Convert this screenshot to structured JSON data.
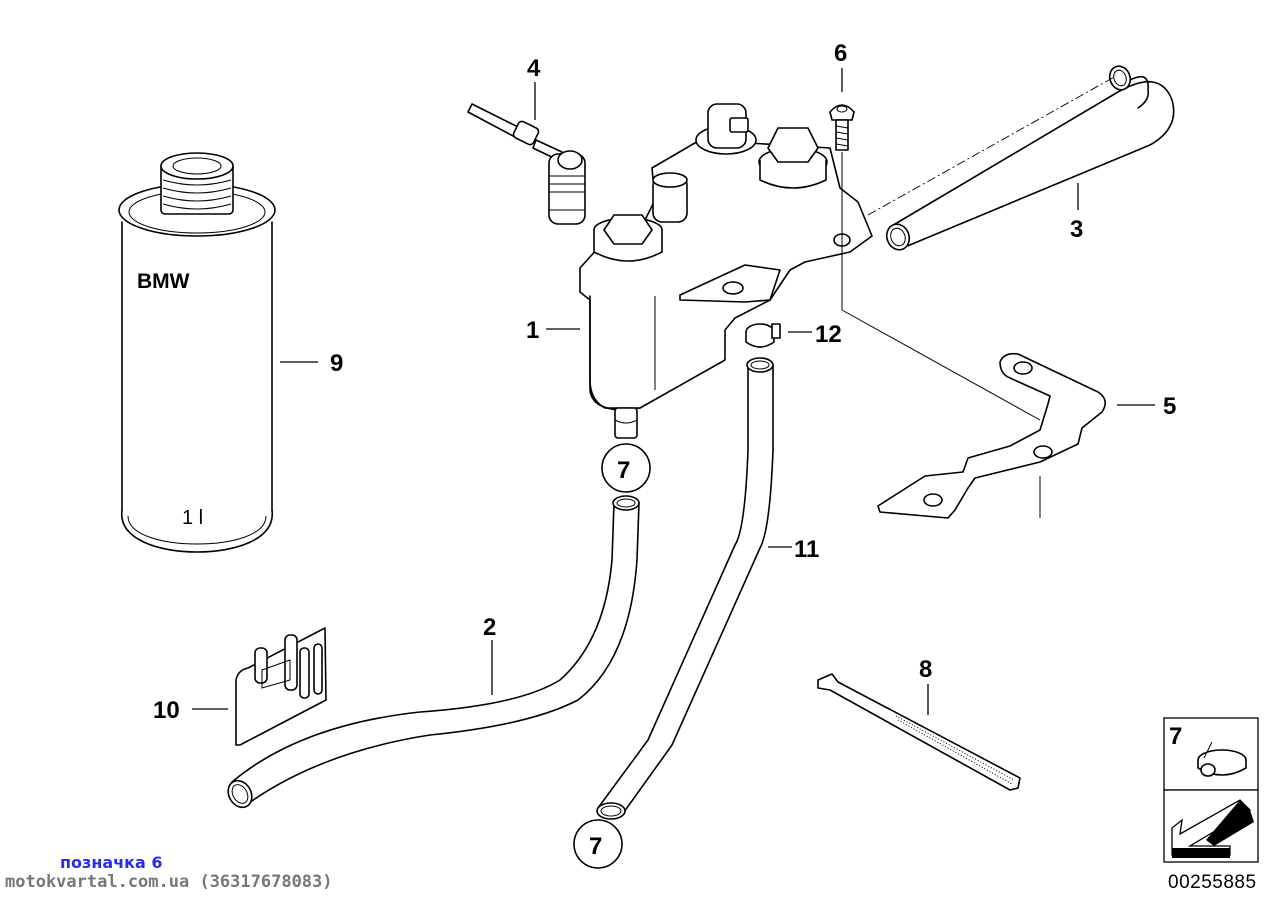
{
  "diagram": {
    "title": "BMW expansion tank / hoses exploded parts diagram",
    "callouts": {
      "p1": "1",
      "p2": "2",
      "p3": "3",
      "p4": "4",
      "p5": "5",
      "p6": "6",
      "p7a": "7",
      "p7b": "7",
      "p8": "8",
      "p9": "9",
      "p10": "10",
      "p11": "11",
      "p12": "12"
    },
    "bottle": {
      "brand": "BMW",
      "volume": "1 l"
    },
    "legend_box": {
      "item_number": "7"
    },
    "reference_number": "00255885"
  },
  "footer": {
    "label": "позначка 6",
    "site": "motokvartal.com.ua (36317678083)"
  },
  "colors": {
    "line": "#000000",
    "label_blue": "#2a2af0",
    "site_gray": "#777777",
    "background": "#ffffff"
  }
}
